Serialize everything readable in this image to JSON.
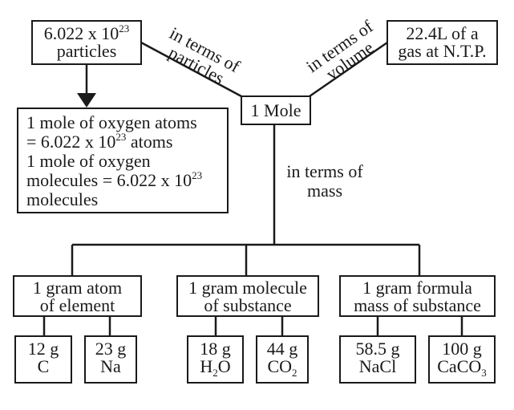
{
  "diagram": {
    "center": {
      "label": "1 Mole"
    },
    "particles_node": {
      "value": "6.022 x 10",
      "exponent": "23",
      "unit": "particles"
    },
    "volume_node": {
      "line1": "22.4L of a",
      "line2": "gas at N.T.P."
    },
    "example_node": {
      "line1": "1 mole of oxygen atoms",
      "line2_pre": "= 6.022 x 10",
      "line2_exp": "23",
      "line2_post": " atoms",
      "line3": "1 mole of oxygen",
      "line4_pre": "molecules = 6.022 x 10",
      "line4_exp": "23",
      "line5": "molecules"
    },
    "edges": {
      "particles": {
        "line1": "in terms of",
        "line2": "particles"
      },
      "volume": {
        "line1": "in terms of",
        "line2": "volume"
      },
      "mass": {
        "line1": "in terms of",
        "line2": "mass"
      }
    },
    "mass_categories": [
      {
        "line1": "1 gram atom",
        "line2": "of element",
        "examples": [
          {
            "mass": "12 g",
            "formula": "C",
            "sub": "",
            "formula_tail": ""
          },
          {
            "mass": "23 g",
            "formula": "Na",
            "sub": "",
            "formula_tail": ""
          }
        ]
      },
      {
        "line1": "1 gram molecule",
        "line2": "of substance",
        "examples": [
          {
            "mass": "18 g",
            "formula": "H",
            "sub": "2",
            "formula_tail": "O"
          },
          {
            "mass": "44 g",
            "formula": "CO",
            "sub": "2",
            "formula_tail": ""
          }
        ]
      },
      {
        "line1": "1 gram formula",
        "line2": "mass of substance",
        "examples": [
          {
            "mass": "58.5 g",
            "formula": "NaCl",
            "sub": "",
            "formula_tail": ""
          },
          {
            "mass": "100 g",
            "formula": "CaCO",
            "sub": "3",
            "formula_tail": ""
          }
        ]
      }
    ]
  }
}
